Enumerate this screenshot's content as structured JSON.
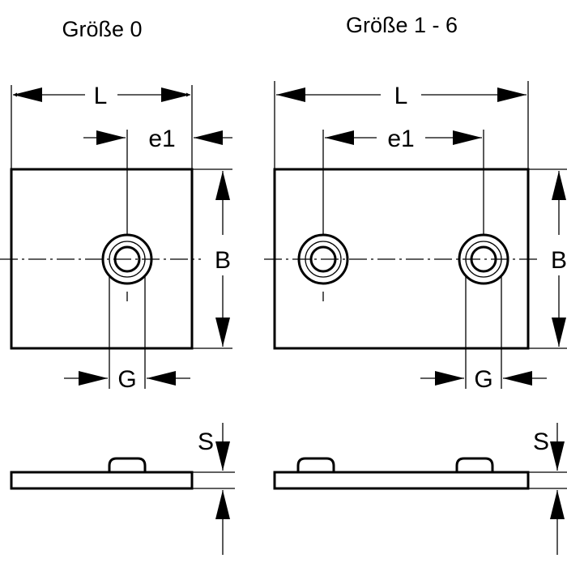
{
  "titles": {
    "size0": "Größe 0",
    "size1_6": "Größe 1 - 6"
  },
  "labels": {
    "length": "L",
    "hole_spacing": "e1",
    "width": "B",
    "thread": "G",
    "thickness": "S"
  },
  "colors": {
    "line": "#000000",
    "background": "#ffffff"
  }
}
